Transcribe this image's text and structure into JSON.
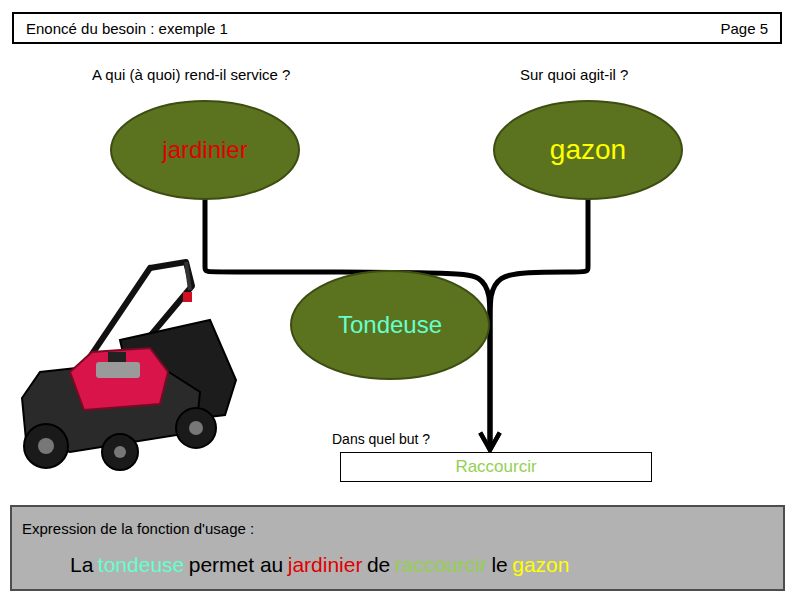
{
  "diagram": {
    "nodes": [
      {
        "text": [
          "Enoncé du besoin : exemple 1",
          "Page 5"
        ]
      },
      {
        "text": [
          "jardinier"
        ]
      },
      {
        "text": [
          "gazon"
        ]
      },
      {
        "text": [
          "Tondeuse"
        ]
      },
      {
        "text": [
          "Raccourcir"
        ]
      },
      {
        "text": [
          "Expression de la fonction d'usage :",
          "La",
          "tondeuse",
          "permet au",
          "jardinier",
          "de",
          "raccourcir",
          "le",
          "gazon"
        ]
      }
    ],
    "edges": [
      {
        "from": 1,
        "to": 4,
        "arrow": "to"
      },
      {
        "from": 2,
        "to": 4,
        "arrow": "to"
      }
    ],
    "labels": [
      "A qui (à quoi) rend-il service ?",
      "Sur quoi agit-il ?",
      "Dans quel but ?"
    ]
  }
}
